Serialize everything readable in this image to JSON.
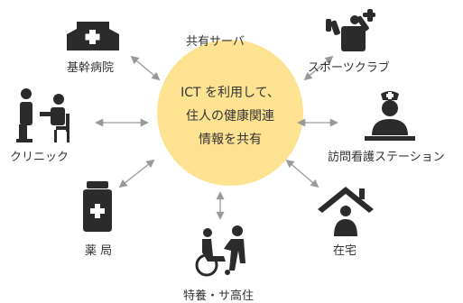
{
  "center": {
    "lines": [
      "ICT を利用して、",
      "住人の健康関連",
      "情報を共有"
    ],
    "fill_color": "#FCE291"
  },
  "server_label": "共有サーバ",
  "nodes": [
    {
      "id": "hospital",
      "label": "基幹病院",
      "icon": "hospital-icon"
    },
    {
      "id": "sports",
      "label": "スポーツクラブ",
      "icon": "dumbbell-person-icon"
    },
    {
      "id": "clinic",
      "label": "クリニック",
      "icon": "doctor-patient-icon"
    },
    {
      "id": "nursing",
      "label": "訪問看護ステーション",
      "icon": "nurse-icon"
    },
    {
      "id": "pharmacy",
      "label": "薬 局",
      "icon": "medicine-bottle-icon"
    },
    {
      "id": "home",
      "label": "在宅",
      "icon": "house-person-icon"
    },
    {
      "id": "care",
      "label": "特養・サ高住",
      "icon": "wheelchair-icon"
    }
  ],
  "colors": {
    "icon": "#2b2b2b",
    "arrow": "#999999",
    "text": "#333333"
  }
}
